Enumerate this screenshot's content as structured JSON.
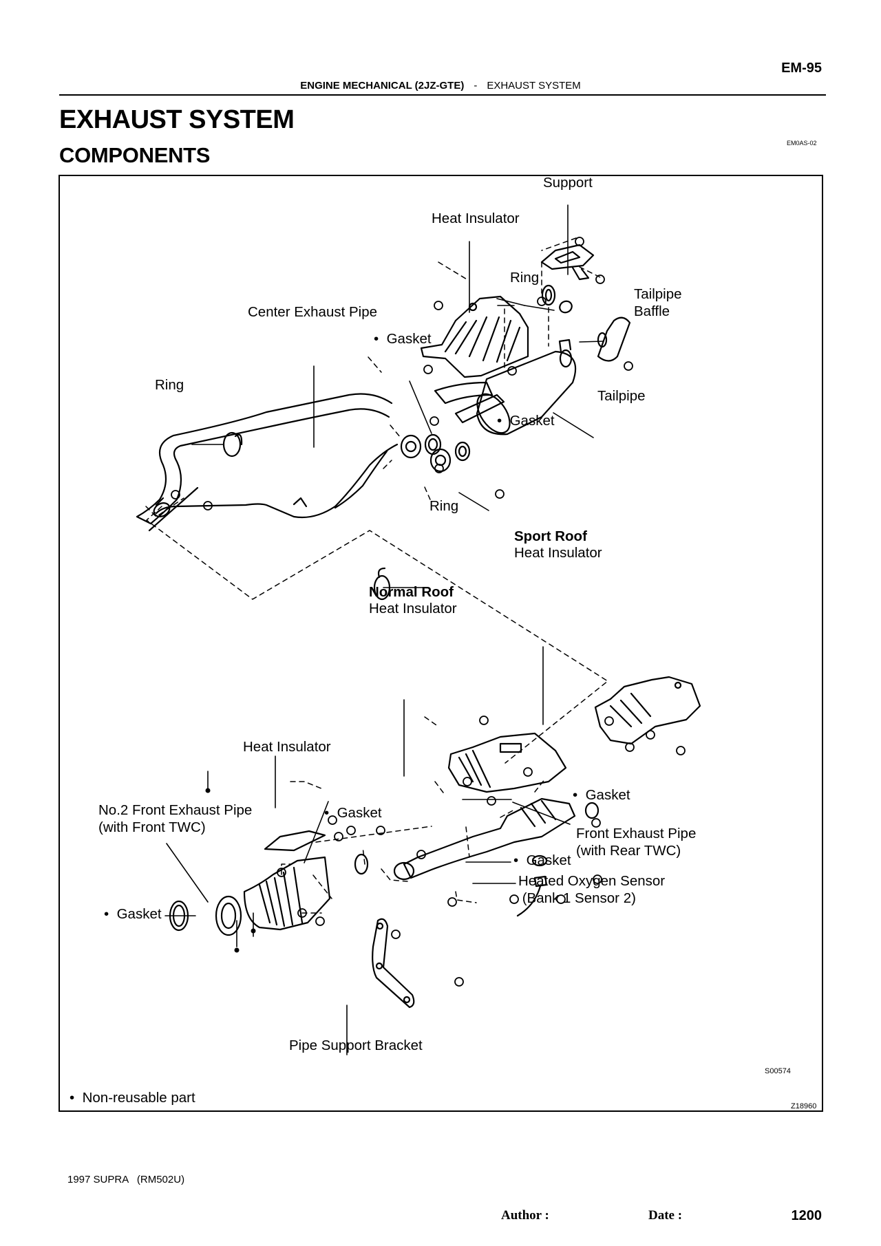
{
  "header": {
    "page_code": "EM-95",
    "section": "ENGINE MECHANICAL (2JZ-GTE)",
    "separator": "-",
    "subsection": "EXHAUST SYSTEM"
  },
  "title": "EXHAUST SYSTEM",
  "subtitle": "COMPONENTS",
  "doc_code": "EM0AS-02",
  "figure": {
    "bullet": "•",
    "labels": {
      "support": "Support",
      "heat_insulator_rear": "Heat Insulator",
      "ring_upper": "Ring",
      "tailpipe_baffle_1": "Tailpipe",
      "tailpipe_baffle_2": "Baffle",
      "center_exhaust_pipe": "Center Exhaust Pipe",
      "gasket_center_upper": "Gasket",
      "ring_left": "Ring",
      "tailpipe": "Tailpipe",
      "gasket_center_lower": "Gasket",
      "ring_lower": "Ring",
      "sport_roof_bold": "Sport Roof",
      "sport_roof_sub": "Heat Insulator",
      "normal_roof_bold": "Normal Roof",
      "normal_roof_sub": "Heat Insulator",
      "heat_insulator_front": "Heat Insulator",
      "gasket_front_right": "Gasket",
      "no2_front_pipe_1": "No.2 Front Exhaust Pipe",
      "no2_front_pipe_2": "(with Front TWC)",
      "gasket_front_mid": "Gasket",
      "front_pipe_1": "Front Exhaust Pipe",
      "front_pipe_2": "(with Rear TWC)",
      "gasket_sensor": "Gasket",
      "oxygen_sensor_1": "Heated Oxygen Sensor",
      "oxygen_sensor_2": "(Bank 1 Sensor 2)",
      "gasket_left": "Gasket",
      "pipe_support_bracket": "Pipe Support Bracket"
    },
    "sub_figure_code": "S00574",
    "figure_code": "Z18960",
    "legend": "Non-reusable part"
  },
  "footer": {
    "model": "1997 SUPRA   (RM502U)",
    "author_label": "Author :",
    "date_label": "Date :",
    "page_number": "1200"
  }
}
